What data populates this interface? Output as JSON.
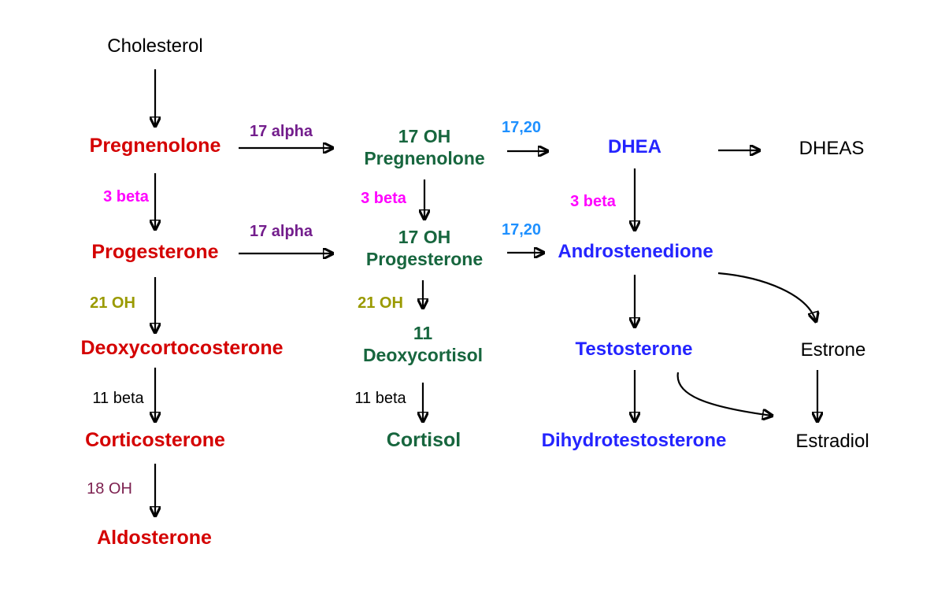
{
  "diagram_type": "pathway-flowchart",
  "subject": "Steroid hormone synthesis pathway",
  "colors": {
    "mineralocorticoid_red": "#d40000",
    "glucocorticoid_green": "#17663e",
    "androgen_blue": "#2424ff",
    "estrogen_black": "#000000",
    "plain_black": "#000000",
    "enzyme_17alpha_purple": "#731d8c",
    "enzyme_3beta_magenta": "#ff00ff",
    "enzyme_21oh_olive": "#9a9a00",
    "enzyme_1720_lightblue": "#1e90ff",
    "enzyme_11beta_black": "#000000",
    "enzyme_18oh_wine": "#7d2150",
    "arrow_black": "#000000"
  },
  "nodes": {
    "cholesterol": {
      "label": "Cholesterol"
    },
    "pregnenolone": {
      "label": "Pregnenolone"
    },
    "oh17_pregnenolone": {
      "line1": "17 OH",
      "line2": "Pregnenolone"
    },
    "dhea": {
      "label": "DHEA"
    },
    "dheas": {
      "label": "DHEAS"
    },
    "progesterone": {
      "label": "Progesterone"
    },
    "oh17_progesterone": {
      "line1": "17 OH",
      "line2": "Progesterone"
    },
    "androstenedione": {
      "label": "Androstenedione"
    },
    "deoxycortocosterone": {
      "label": "Deoxycortocosterone"
    },
    "deoxycortisol_11": {
      "line1": "11",
      "line2": "Deoxycortisol"
    },
    "testosterone": {
      "label": "Testosterone"
    },
    "estrone": {
      "label": "Estrone"
    },
    "corticosterone": {
      "label": "Corticosterone"
    },
    "cortisol": {
      "label": "Cortisol"
    },
    "dihydrotestosterone": {
      "label": "Dihydrotestosterone"
    },
    "estradiol": {
      "label": "Estradiol"
    },
    "aldosterone": {
      "label": "Aldosterone"
    }
  },
  "enzymes": {
    "alpha17_top": {
      "label": "17 alpha"
    },
    "alpha17_mid": {
      "label": "17 alpha"
    },
    "beta3_left": {
      "label": "3 beta"
    },
    "beta3_mid": {
      "label": "3 beta"
    },
    "beta3_right": {
      "label": "3 beta"
    },
    "lyase1720_top": {
      "label": "17,20"
    },
    "lyase1720_mid": {
      "label": "17,20"
    },
    "oh21_left": {
      "label": "21 OH"
    },
    "oh21_mid": {
      "label": "21 OH"
    },
    "beta11_left": {
      "label": "11 beta"
    },
    "beta11_mid": {
      "label": "11 beta"
    },
    "oh18": {
      "label": "18 OH"
    }
  },
  "edges": [
    {
      "from": "Cholesterol",
      "to": "Pregnenolone",
      "enzyme": ""
    },
    {
      "from": "Pregnenolone",
      "to": "17 OH Pregnenolone",
      "enzyme": "17 alpha"
    },
    {
      "from": "17 OH Pregnenolone",
      "to": "DHEA",
      "enzyme": "17,20"
    },
    {
      "from": "DHEA",
      "to": "DHEAS",
      "enzyme": ""
    },
    {
      "from": "Pregnenolone",
      "to": "Progesterone",
      "enzyme": "3 beta"
    },
    {
      "from": "17 OH Pregnenolone",
      "to": "17 OH Progesterone",
      "enzyme": "3 beta"
    },
    {
      "from": "DHEA",
      "to": "Androstenedione",
      "enzyme": "3 beta"
    },
    {
      "from": "Progesterone",
      "to": "17 OH Progesterone",
      "enzyme": "17 alpha"
    },
    {
      "from": "17 OH Progesterone",
      "to": "Androstenedione",
      "enzyme": "17,20"
    },
    {
      "from": "Progesterone",
      "to": "Deoxycortocosterone",
      "enzyme": "21 OH"
    },
    {
      "from": "17 OH Progesterone",
      "to": "11 Deoxycortisol",
      "enzyme": "21 OH"
    },
    {
      "from": "Androstenedione",
      "to": "Testosterone",
      "enzyme": ""
    },
    {
      "from": "Androstenedione",
      "to": "Estrone",
      "enzyme": ""
    },
    {
      "from": "Deoxycortocosterone",
      "to": "Corticosterone",
      "enzyme": "11 beta"
    },
    {
      "from": "11 Deoxycortisol",
      "to": "Cortisol",
      "enzyme": "11 beta"
    },
    {
      "from": "Testosterone",
      "to": "Dihydrotestosterone",
      "enzyme": ""
    },
    {
      "from": "Testosterone",
      "to": "Estradiol",
      "enzyme": ""
    },
    {
      "from": "Estrone",
      "to": "Estradiol",
      "enzyme": ""
    },
    {
      "from": "Corticosterone",
      "to": "Aldosterone",
      "enzyme": "18 OH"
    }
  ]
}
